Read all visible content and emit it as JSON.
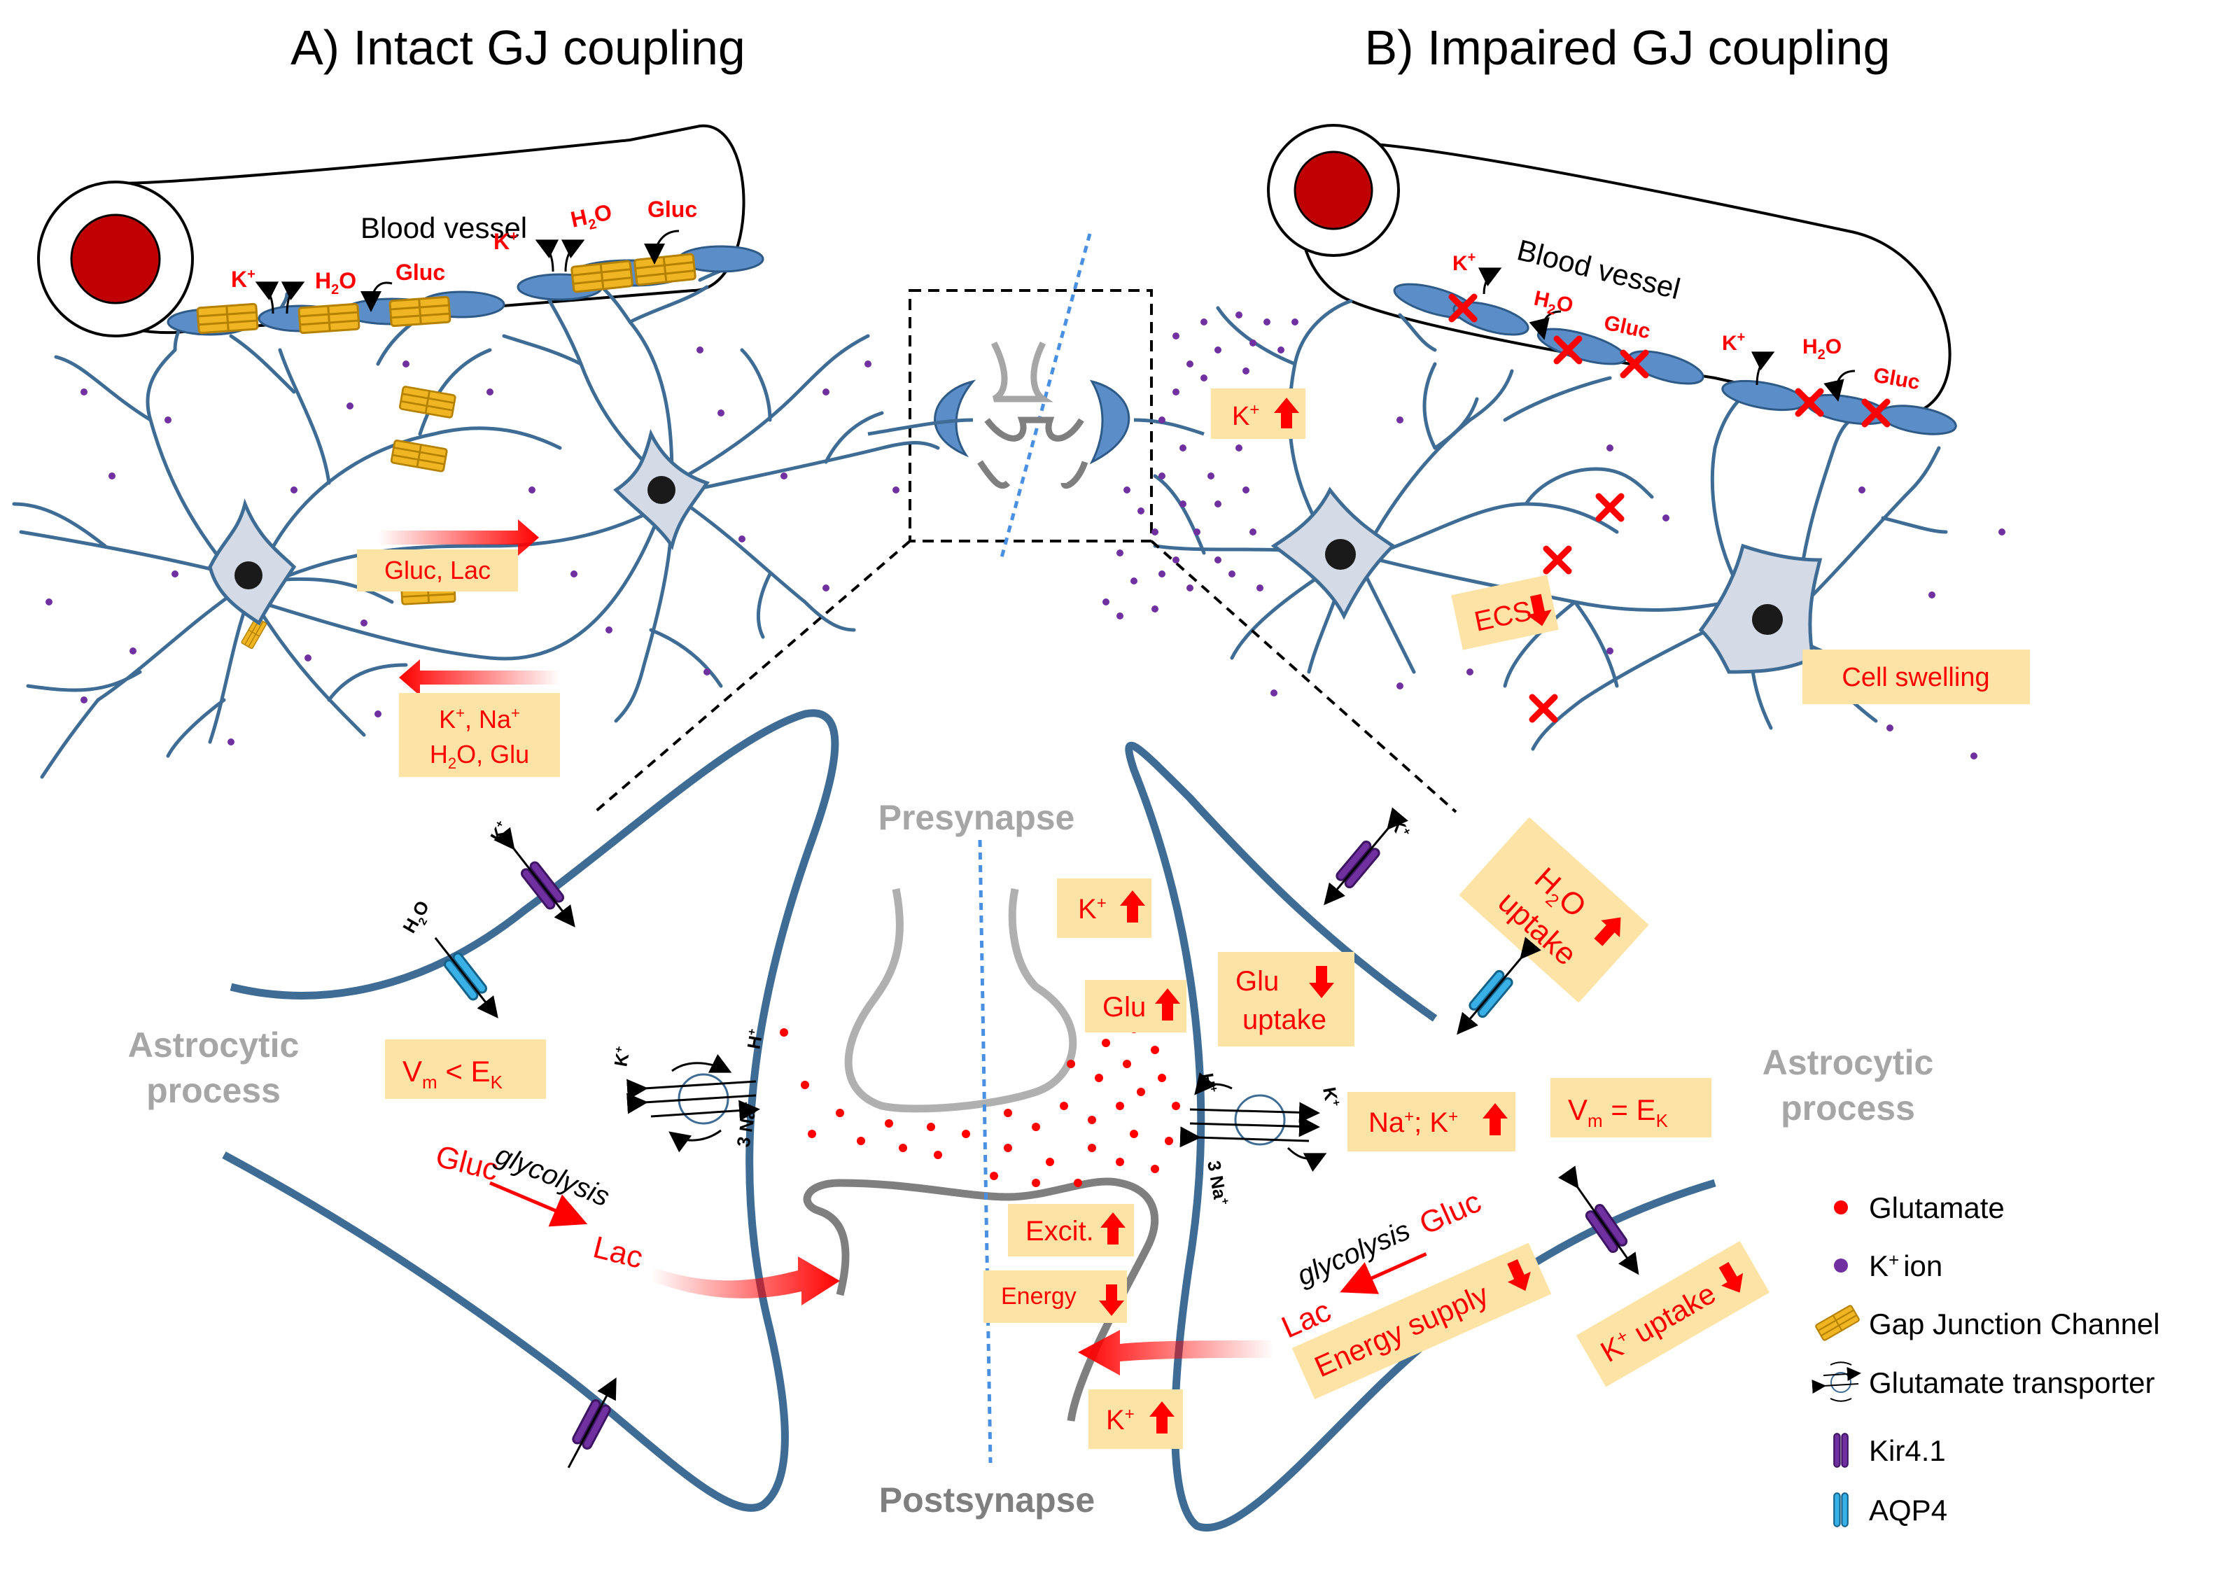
{
  "panels": {
    "a_title": "A) Intact GJ coupling",
    "b_title": "B) Impaired GJ coupling"
  },
  "blood_vessel": {
    "label": "Blood vessel"
  },
  "species": {
    "k": "K",
    "h2o": "H",
    "gluc": "Gluc",
    "plus": "+",
    "two": "2",
    "o": "O"
  },
  "panel_a": {
    "gj_flow_1": "Gluc, Lac",
    "gj_flow_2_line1": "K",
    "gj_flow_2_line1_rest": ", Na",
    "gj_flow_2_line2": "O, Glu"
  },
  "panel_b": {
    "k_up": "K",
    "ecs_label": "ECS",
    "cell_swelling": "Cell swelling"
  },
  "synapse": {
    "presynapse": "Presynapse",
    "postsynapse": "Postsynapse",
    "astro_left": [
      "Astrocytic",
      "process"
    ],
    "astro_right": [
      "Astrocytic",
      "process"
    ],
    "vm_left_a": "V",
    "vm_left_sub": "m",
    "vm_left_b": " < E",
    "vm_left_subk": "K",
    "vm_right_b": " = E",
    "k_up_1": "K",
    "glu_up": "Glu",
    "glu_uptake_1": "Glu",
    "glu_uptake_2": "uptake",
    "na_k_up": "Na",
    "na_k_up_rest": "; K",
    "h2o_uptake_1": "H",
    "h2o_uptake_2": "uptake",
    "excit": "Excit.",
    "energy": "Energy",
    "k_up_2": "K",
    "gluc": "Gluc",
    "glycolysis": "glycolysis",
    "lac": "Lac",
    "energy_supply": "Energy supply",
    "k_uptake": "K",
    "k_uptake_rest": " uptake",
    "transporter_k": "K",
    "transporter_h": "H",
    "transporter_na": "3 Na"
  },
  "legend": {
    "items": [
      {
        "label": "Glutamate",
        "icon": "red-dot-icon"
      },
      {
        "label": "ion",
        "prefix": "K",
        "icon": "purple-dot-icon"
      },
      {
        "label": "Gap Junction Channel",
        "icon": "gap-junction-icon"
      },
      {
        "label": "Glutamate transporter",
        "icon": "transporter-icon"
      },
      {
        "label": "Kir4.1",
        "icon": "kir-channel-icon"
      },
      {
        "label": "AQP4",
        "icon": "aqp4-channel-icon"
      }
    ]
  },
  "colors": {
    "astro_blue": "#3e6c95",
    "endfoot_blue": "#5b8ec9",
    "red": "#ff0000",
    "box_fill": "#fde4a6",
    "purple": "#7030a0",
    "gj_yellow": "#f0b522",
    "soma_fill": "#d4dbe6",
    "neuron_gray": "#9a9a9a",
    "aqp_blue": "#39b1e6",
    "label_gray": "#a6a6a6"
  }
}
